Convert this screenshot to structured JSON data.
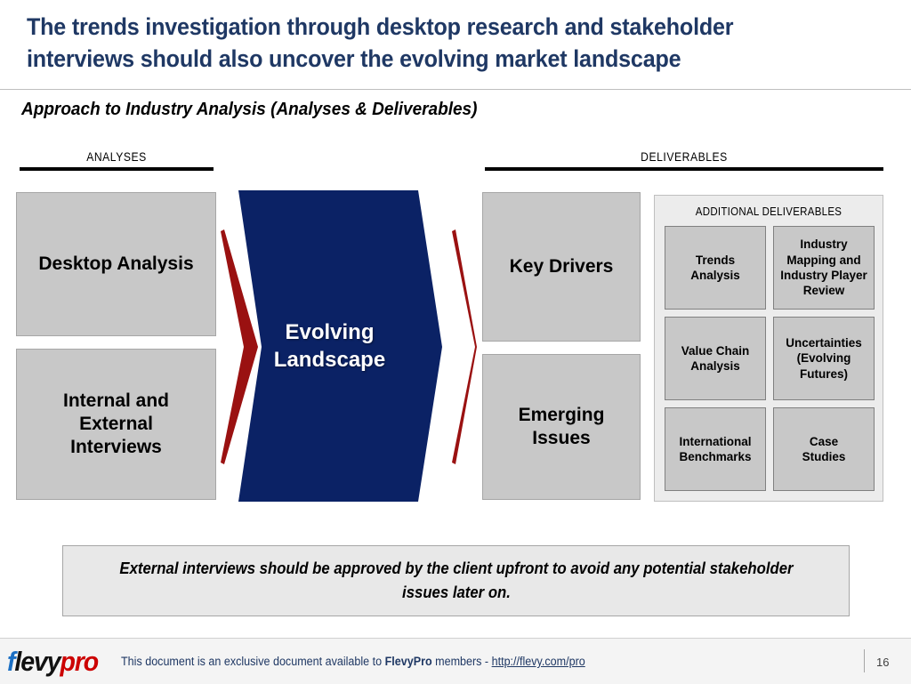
{
  "slide": {
    "title": "The trends investigation through desktop research and stakeholder\ninterviews should also uncover the evolving market landscape",
    "subtitle": "Approach to Industry Analysis (Analyses & Deliverables)",
    "page_number": "16"
  },
  "columns": {
    "analyses_header": "ANALYSES",
    "deliverables_header": "DELIVERABLES"
  },
  "analyses_boxes": [
    {
      "label": "Desktop Analysis"
    },
    {
      "label": "Internal and\nExternal\nInterviews"
    }
  ],
  "center": {
    "label": "Evolving\nLandscape",
    "navy_color": "#0B2265",
    "arrow_color": "#9A1111"
  },
  "deliverables_boxes": [
    {
      "label": "Key Drivers"
    },
    {
      "label": "Emerging\nIssues"
    }
  ],
  "additional": {
    "title": "ADDITIONAL DELIVERABLES",
    "items": [
      {
        "label": "Trends\nAnalysis"
      },
      {
        "label": "Industry\nMapping and\nIndustry Player\nReview"
      },
      {
        "label": "Value Chain\nAnalysis"
      },
      {
        "label": "Uncertainties\n(Evolving\nFutures)"
      },
      {
        "label": "International\nBenchmarks"
      },
      {
        "label": "Case\nStudies"
      }
    ]
  },
  "callout": {
    "text": "External interviews should be approved by the client upfront to avoid any potential stakeholder issues later on."
  },
  "footer": {
    "logo_part1": "f",
    "logo_part2": "levy",
    "logo_part3": "pro",
    "text_before": "This document is an exclusive document available to ",
    "brand": "FlevyPro",
    "text_after": " members - ",
    "link": "http://flevy.com/pro"
  }
}
